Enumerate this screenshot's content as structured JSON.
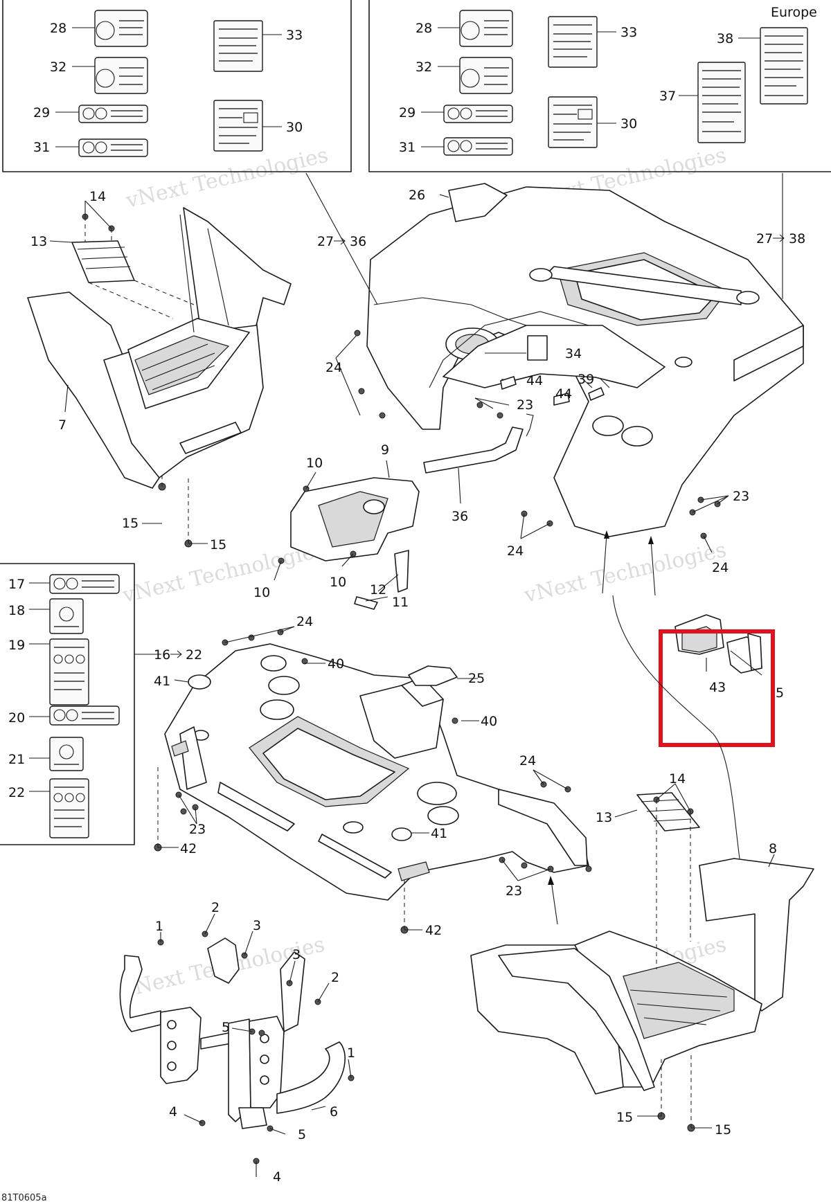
{
  "region_label": "Europe",
  "drawing_code": "81T0605a",
  "watermark": "vNext Technologies",
  "highlight_color": "#e0121e",
  "callouts": {
    "c28a": "28",
    "c32a": "32",
    "c29a": "29",
    "c31a": "31",
    "c33a": "33",
    "c30a": "30",
    "c28b": "28",
    "c32b": "32",
    "c29b": "29",
    "c31b": "31",
    "c33b": "33",
    "c30b": "30",
    "c38": "38",
    "c37": "37",
    "c14a": "14",
    "c13a": "13",
    "c7": "7",
    "c15a": "15",
    "c15b": "15",
    "c27a": "27",
    "c36a": "36",
    "c27b": "27",
    "c38b": "38",
    "c26": "26",
    "c24a": "24",
    "c34": "34",
    "c44a": "44",
    "c39": "39",
    "c44b": "44",
    "c23a": "23",
    "c9": "9",
    "c10a": "10",
    "c36b": "36",
    "c10b": "10",
    "c10c": "10",
    "c12": "12",
    "c11": "11",
    "c23b": "23",
    "c24b": "24",
    "c24c": "24",
    "c17": "17",
    "c18": "18",
    "c19": "19",
    "c20": "20",
    "c21": "21",
    "c22": "22",
    "c16": "16",
    "c22b": "22",
    "c24d": "24",
    "c40a": "40",
    "c41a": "41",
    "c25": "25",
    "c40b": "40",
    "c43": "43",
    "c5a": "5",
    "c23c": "23",
    "c42a": "42",
    "c41b": "41",
    "c24e": "24",
    "c23d": "23",
    "c42b": "42",
    "c14b": "14",
    "c13b": "13",
    "c8": "8",
    "c15c": "15",
    "c15d": "15",
    "c1a": "1",
    "c2a": "2",
    "c3a": "3",
    "c3b": "3",
    "c2b": "2",
    "c5b": "5",
    "c1b": "1",
    "c4a": "4",
    "c6": "6",
    "c5c": "5",
    "c4b": "4"
  }
}
